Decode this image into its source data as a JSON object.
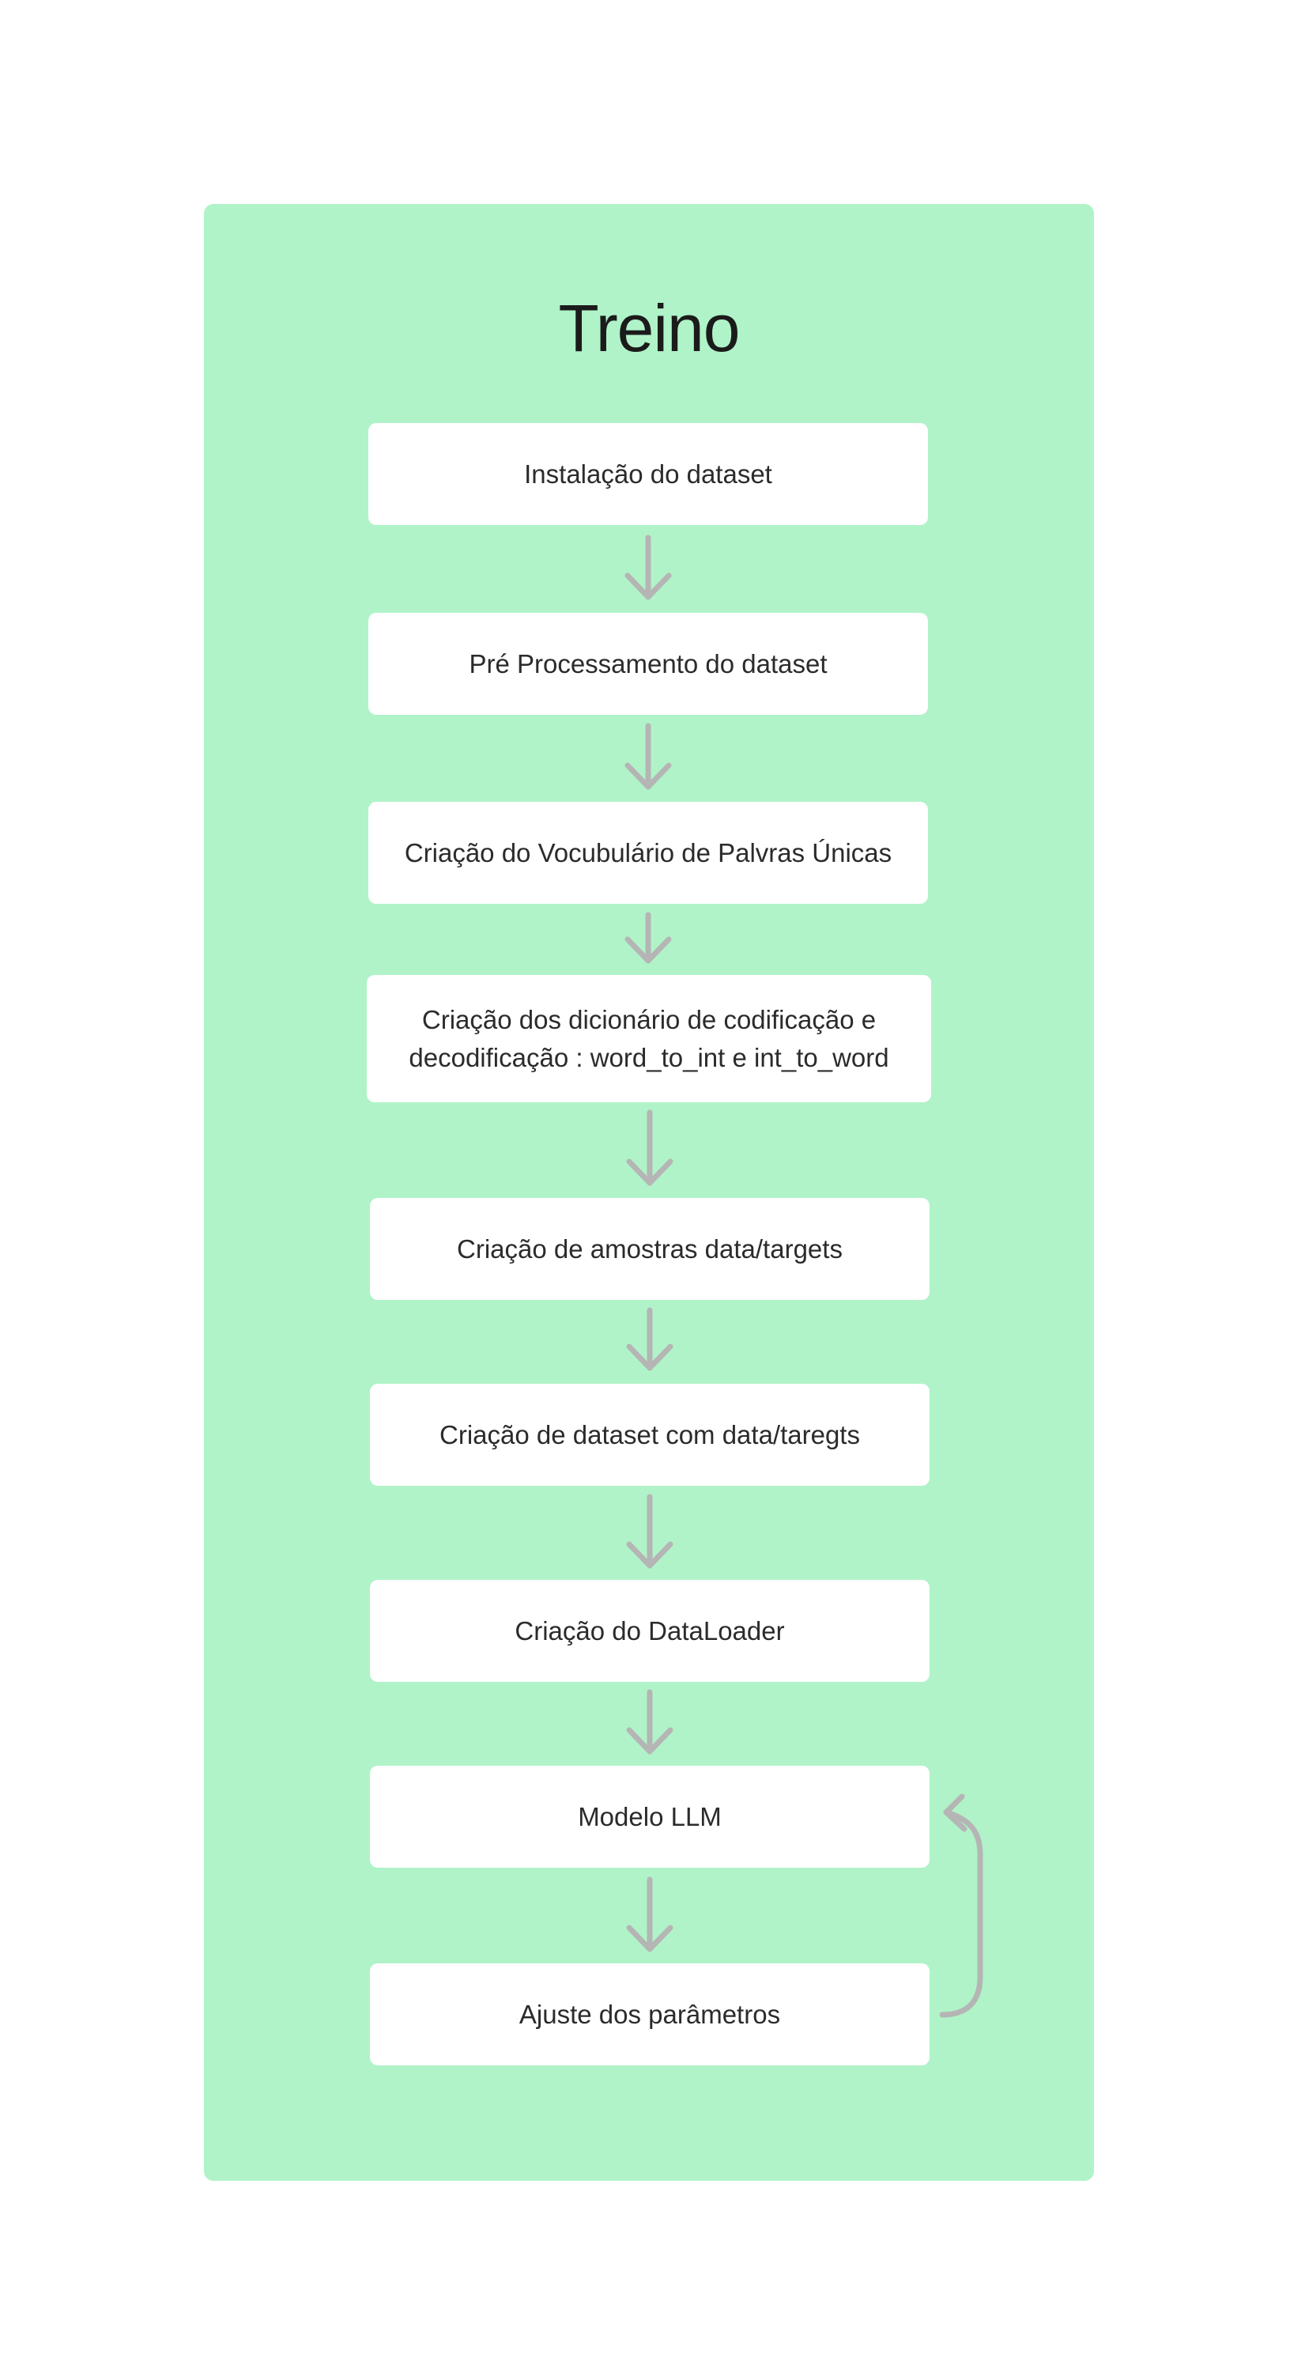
{
  "diagram": {
    "title": "Treino",
    "steps": [
      "Instalação do dataset",
      "Pré Processamento do dataset",
      "Criação do Vocubulário de Palvras Únicas",
      "Criação dos dicionário de codificação e\ndecodificação : word_to_int e int_to_word",
      "Criação de amostras data/targets",
      "Criação de dataset com data/taregts",
      "Criação do DataLoader",
      "Modelo LLM",
      "Ajuste dos parâmetros"
    ],
    "colors": {
      "panel_background": "#b0f3c8",
      "step_background": "#ffffff",
      "arrow": "#b5b5b5",
      "text": "#2b2b2b"
    }
  }
}
